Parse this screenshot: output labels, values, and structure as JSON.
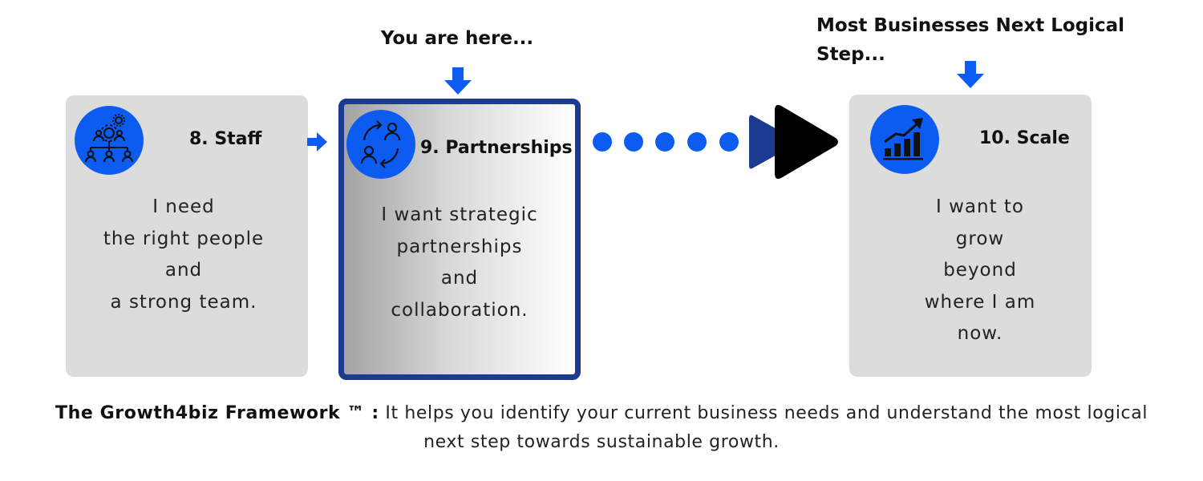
{
  "callouts": {
    "current": "You are here...",
    "next": "Most Businesses Next Logical Step..."
  },
  "cards": [
    {
      "id": "staff",
      "title": "8. Staff",
      "icon": "team-structure-icon",
      "body": "I need\nthe right people\nand\na strong team."
    },
    {
      "id": "partnerships",
      "title": "9. Partnerships",
      "icon": "partnership-exchange-icon",
      "body": "I want strategic\npartnerships\nand\ncollaboration."
    },
    {
      "id": "scale",
      "title": "10. Scale",
      "icon": "growth-chart-icon",
      "body": "I want to\ngrow\nbeyond\nwhere I am\nnow."
    }
  ],
  "caption": {
    "brand": "The Growth4biz Framework ™ :",
    "text": " It helps you identify your current business needs and understand the most logical next step towards sustainable growth."
  },
  "colors": {
    "accent_blue": "#0d5cf2",
    "current_border": "#1c3a8f",
    "card_gray": "#dcdcdc",
    "play_dark_blue": "#1c3a8f",
    "play_black": "#000000"
  }
}
